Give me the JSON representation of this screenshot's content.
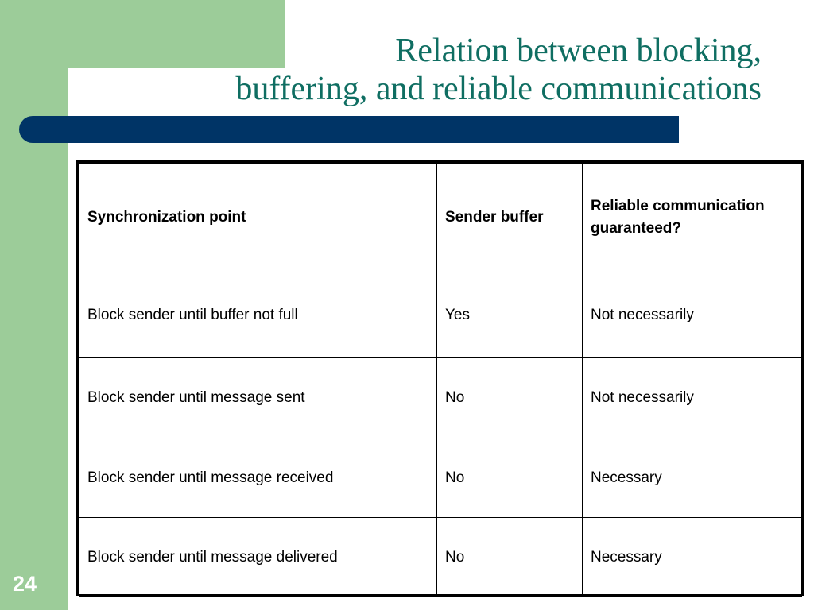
{
  "slide": {
    "title_line_1": "Relation between blocking,",
    "title_line_2": "buffering, and reliable communications",
    "page_number": "24"
  },
  "table": {
    "headers": [
      "Synchronization point",
      "Sender buffer",
      "Reliable communication guaranteed?"
    ],
    "rows": [
      [
        "Block sender until buffer not full",
        "Yes",
        "Not necessarily"
      ],
      [
        "Block sender until message sent",
        "No",
        "Not necessarily"
      ],
      [
        "Block sender until message received",
        "No",
        "Necessary"
      ],
      [
        "Block sender until message delivered",
        "No",
        "Necessary"
      ]
    ]
  },
  "colors": {
    "side_band": "#9ccc99",
    "title_bar": "#003466",
    "title_text": "#0f6e62",
    "page_number_text": "#ffffff"
  }
}
